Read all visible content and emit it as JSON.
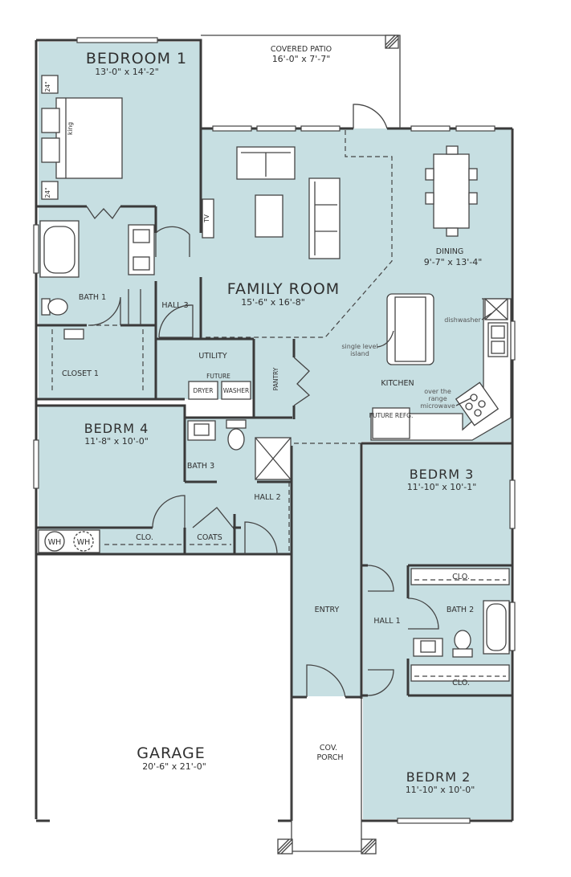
{
  "rooms": {
    "bedroom1": {
      "name": "BEDROOM 1",
      "dims": "13'-0\" x 14'-2\""
    },
    "patio": {
      "name": "COVERED PATIO",
      "dims": "16'-0\" x 7'-7\""
    },
    "family": {
      "name": "FAMILY ROOM",
      "dims": "15'-6\" x 16'-8\""
    },
    "dining": {
      "name": "DINING",
      "dims": "9'-7\" x 13'-4\""
    },
    "bath1": "BATH 1",
    "hall3": "HALL 3",
    "closet1": "CLOSET 1",
    "utility": "UTILITY",
    "pantry": "PANTRY",
    "kitchen": "KITCHEN",
    "bedrm4": {
      "name": "BEDRM 4",
      "dims": "11'-8\" x 10'-0\""
    },
    "bath3": "BATH 3",
    "hall2": "HALL 2",
    "clo_bed4": "CLO.",
    "coats": "COATS",
    "bedrm3": {
      "name": "BEDRM 3",
      "dims": "11'-10\" x 10'-1\""
    },
    "clo_bed3": "CLO.",
    "entry": "ENTRY",
    "hall1": "HALL 1",
    "bath2": "BATH 2",
    "clo_bed2": "CLO.",
    "garage": {
      "name": "GARAGE",
      "dims": "20'-6\" x 21'-0\""
    },
    "porch": {
      "line1": "COV.",
      "line2": "PORCH"
    },
    "bedrm2": {
      "name": "BEDRM 2",
      "dims": "11'-10\" x 10'-0\""
    }
  },
  "fixtures": {
    "king": "king",
    "pillow": "24\"",
    "tv": "TV",
    "dryer": "DRYER",
    "washer": "WASHER",
    "future_top": "FUTURE",
    "future_refg": "FUTURE REFG.",
    "wh1": "WH",
    "wh2": "WH"
  },
  "notes": {
    "island1": "single level",
    "island2": "island",
    "dishwasher": "dishwasher",
    "micro1": "over the",
    "micro2": "range",
    "micro3": "microwave"
  }
}
